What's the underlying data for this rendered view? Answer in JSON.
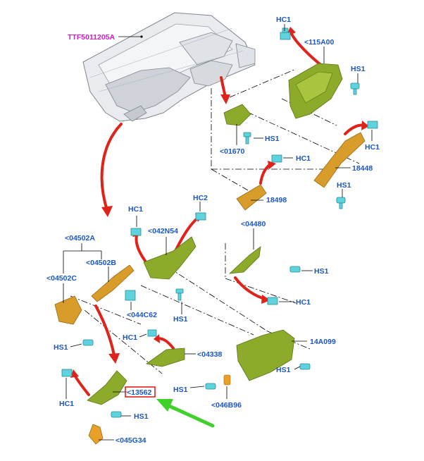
{
  "title_code": "TTF5011205A",
  "labels": {
    "hc1_top": "HC1",
    "p115a00": "<115A00",
    "hs1_top": "HS1",
    "p01670": "<01670",
    "hs1_01670": "HS1",
    "hc1_18448": "HC1",
    "hc1_18498": "HC1",
    "p18448": "18448",
    "hs1_18448": "HS1",
    "p18498": "18498",
    "hc2": "HC2",
    "hc1_042n54": "HC1",
    "p042n54": "<042N54",
    "p04502a": "<04502A",
    "p04502b": "<04502B",
    "p04502c": "<04502C",
    "p044c62": "<044C62",
    "hs1_mid": "HS1",
    "p04480": "<04480",
    "hs1_04480": "HS1",
    "hc1_04480": "HC1",
    "hc1_04338": "HC1",
    "p04338": "<04338",
    "hs1_left": "HS1",
    "p14a099": "14A099",
    "hs1_14a099": "HS1",
    "hs1_046b96": "HS1",
    "p046b96": "<046B96",
    "hc1_left": "HC1",
    "p13562": "<13562",
    "hs1_13562": "HS1",
    "p045g34": "<045G34"
  },
  "colors": {
    "label": "#1a56c9",
    "title": "#d21bd0",
    "arrow_red": "#e0231a",
    "arrow_green": "#3fd12a",
    "highlight_box": "#e0231a",
    "part_green": "#8cab2a",
    "part_orange": "#d79c2a",
    "fastener": "#5fd3dd"
  },
  "highlighted_part": "<13562"
}
